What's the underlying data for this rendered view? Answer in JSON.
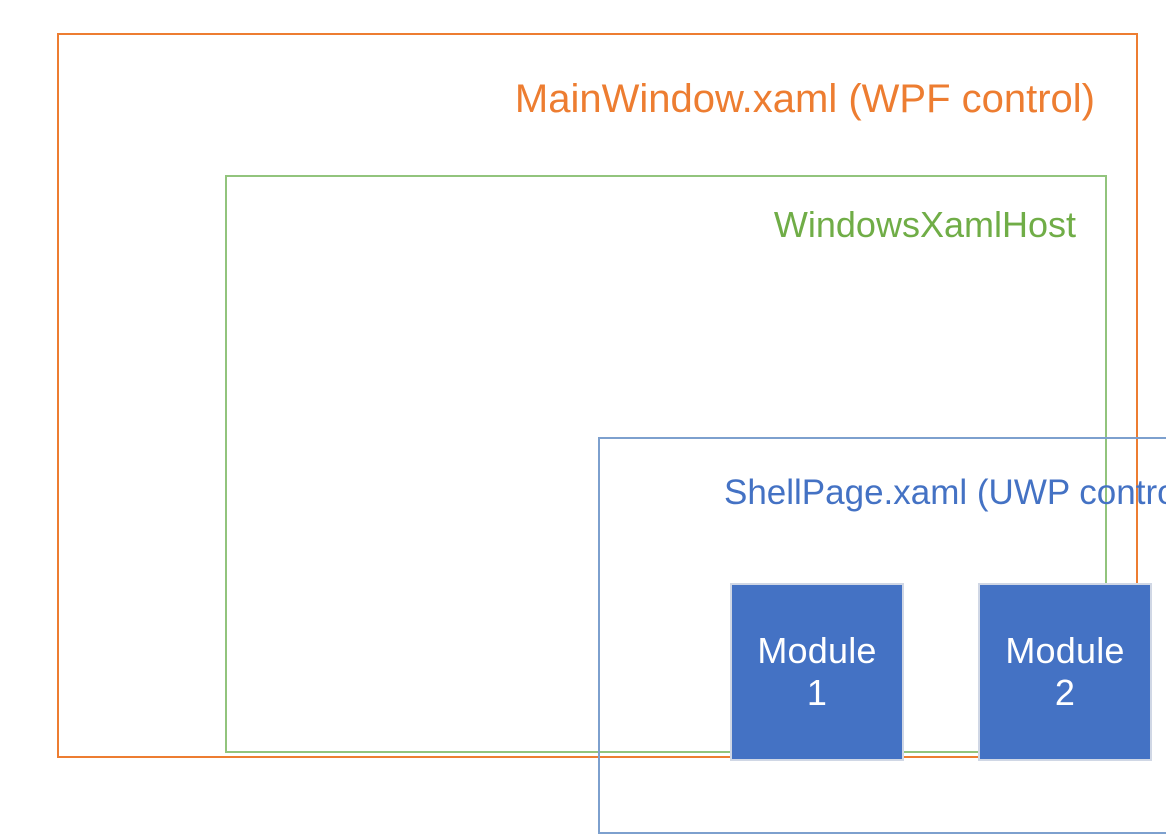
{
  "diagram": {
    "type": "nested-architecture-boxes",
    "layers": [
      {
        "id": "mainwindow",
        "title": "MainWindow.xaml (WPF control)",
        "border_color": "#ED7D31",
        "text_color": "#ED7D31"
      },
      {
        "id": "windowsxamlhost",
        "title": "WindowsXamlHost",
        "border_color": "#92C47D",
        "text_color": "#70AD47"
      },
      {
        "id": "shellpage",
        "title": "ShellPage.xaml (UWP control)",
        "border_color": "#7DA0CE",
        "text_color": "#4472C4"
      }
    ],
    "modules": [
      {
        "id": "module-1",
        "line1": "Module",
        "line2": "1",
        "fill_color": "#4472C4",
        "text_color": "#FFFFFF",
        "border_color": "#D0D7E5"
      },
      {
        "id": "module-2",
        "line1": "Module",
        "line2": "2",
        "fill_color": "#4472C4",
        "text_color": "#FFFFFF",
        "border_color": "#D0D7E5"
      }
    ]
  }
}
